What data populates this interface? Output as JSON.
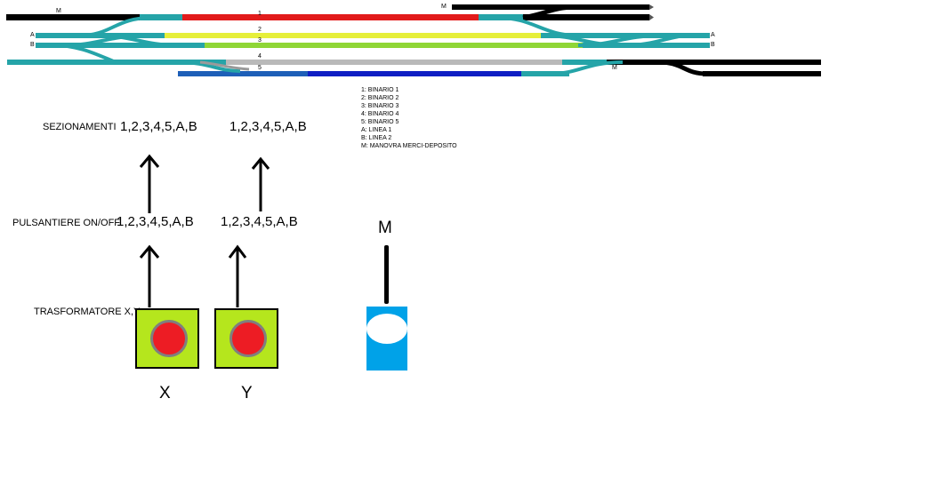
{
  "track_labels": {
    "m_top_left": "M",
    "m_top_right": "M",
    "m_bottom_right": "M",
    "t1": "1",
    "t2": "2",
    "t3": "3",
    "t4": "4",
    "t5": "5",
    "a_left": "A",
    "b_left": "B",
    "a_right": "A",
    "b_right": "B"
  },
  "legend": [
    "1: BINARIO 1",
    "2: BINARIO 2",
    "3: BINARIO 3",
    "4: BINARIO 4",
    "5: BINARIO 5",
    "A: LINEA 1",
    "B: LINEA 2",
    "M: MANOVRA MERCI-DEPOSITO"
  ],
  "diagram": {
    "sezionamenti_label": "SEZIONAMENTI",
    "sezionamenti_x": "1,2,3,4,5,A,B",
    "sezionamenti_y": "1,2,3,4,5,A,B",
    "pulsantiere_label": "PULSANTIERE ON/OFF",
    "pulsantiere_x": "1,2,3,4,5,A,B",
    "pulsantiere_y": "1,2,3,4,5,A,B",
    "trasformatore_label": "TRASFORMATORE X,Y",
    "x_label": "X",
    "y_label": "Y",
    "m_label": "M"
  },
  "colors": {
    "teal_track": "#25a4a8",
    "binario1": "#e21b1b",
    "binario2": "#e6ef3a",
    "binario3": "#8fd636",
    "binario4": "#b9b9b9",
    "binario5_light": "#1e5fb8",
    "binario5_dark": "#0f1fc4",
    "black_track": "#000000",
    "transformer": "#b5e61d",
    "knob": "#ed1c24",
    "lever": "#00a2e8"
  }
}
